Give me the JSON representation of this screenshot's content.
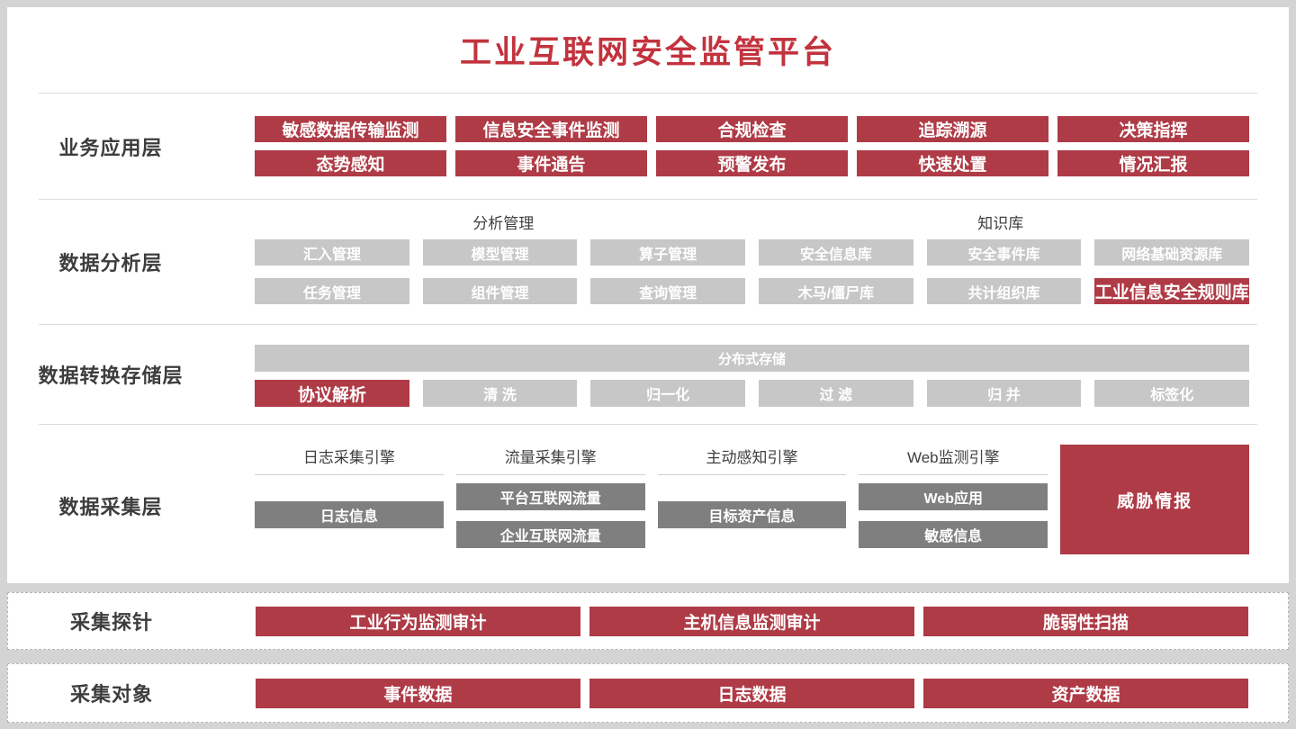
{
  "title": "工业互联网安全监管平台",
  "colors": {
    "title_red": "#C2333E",
    "accent_red": "#AE3B46",
    "light_gray": "#C7C7C7",
    "dark_gray": "#7F7F7F"
  },
  "layers": {
    "business": {
      "label": "业务应用层",
      "row1": [
        "敏感数据传输监测",
        "信息安全事件监测",
        "合规检查",
        "追踪溯源",
        "决策指挥"
      ],
      "row2": [
        "态势感知",
        "事件通告",
        "预警发布",
        "快速处置",
        "情况汇报"
      ]
    },
    "analysis": {
      "label": "数据分析层",
      "group_left": "分析管理",
      "group_right": "知识库",
      "row1": [
        "汇入管理",
        "模型管理",
        "算子管理",
        "安全信息库",
        "安全事件库",
        "网络基础资源库"
      ],
      "row2": [
        "任务管理",
        "组件管理",
        "查询管理",
        "木马/僵尸库",
        "共计组织库",
        "工业信息安全规则库"
      ]
    },
    "storage": {
      "label": "数据转换存储层",
      "bar": "分布式存储",
      "row": [
        "协议解析",
        "清 洗",
        "归一化",
        "过 滤",
        "归 并",
        "标签化"
      ]
    },
    "collection": {
      "label": "数据采集层",
      "engines": [
        {
          "title": "日志采集引擎",
          "items": [
            "日志信息"
          ]
        },
        {
          "title": "流量采集引擎",
          "items": [
            "平台互联网流量",
            "企业互联网流量"
          ]
        },
        {
          "title": "主动感知引擎",
          "items": [
            "目标资产信息"
          ]
        },
        {
          "title": "Web监测引擎",
          "items": [
            "Web应用",
            "敏感信息"
          ]
        }
      ],
      "threat": "威胁情报"
    }
  },
  "probe": {
    "label": "采集探针",
    "items": [
      "工业行为监测审计",
      "主机信息监测审计",
      "脆弱性扫描"
    ]
  },
  "target": {
    "label": "采集对象",
    "items": [
      "事件数据",
      "日志数据",
      "资产数据"
    ]
  }
}
